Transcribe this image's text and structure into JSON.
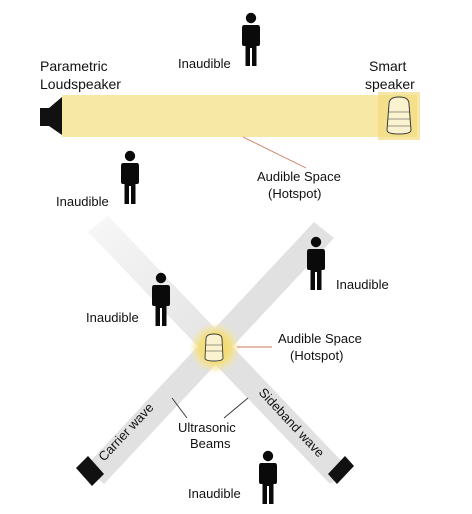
{
  "labels": {
    "parametric_line1": "Parametric",
    "parametric_line2": "Loudspeaker",
    "smart_line1": "Smart",
    "smart_line2": "speaker",
    "audible_space_top_line1": "Audible Space",
    "audible_space_top_line2": "(Hotspot)",
    "audible_space_mid_line1": "Audible Space",
    "audible_space_mid_line2": "(Hotspot)",
    "ultrasonic_line1": "Ultrasonic",
    "ultrasonic_line2": "Beams",
    "carrier_wave": "Carrier wave",
    "sideband_wave": "Sideband wave",
    "inaudible": "Inaudible"
  },
  "colors": {
    "beam_yellow": "#f7e8a6",
    "beam_gray": "#e1e1e1",
    "hotspot_yellow": "#f3dc6a",
    "person": "#0a0a0a",
    "pointer_line": "#cc7a5a"
  },
  "icons": {
    "person": "person-silhouette-icon",
    "parametric_speaker": "loudspeaker-icon",
    "smart_speaker": "smart-speaker-icon",
    "ultrasonic_emitter": "emitter-icon"
  }
}
